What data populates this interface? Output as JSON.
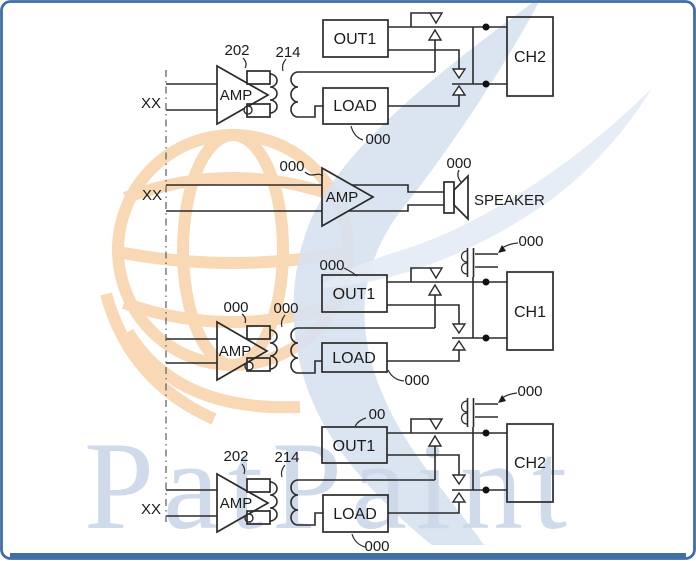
{
  "watermark": {
    "brand": "PatPaint"
  },
  "figure": {
    "section1": {
      "input_label": "XX",
      "amp_label": "AMP",
      "amp_ref": "202",
      "transformer_ref": "214",
      "out1_label": "OUT1",
      "load_label": "LOAD",
      "load_ref": "000",
      "channel_label": "CH2"
    },
    "section2": {
      "input_label": "XX",
      "amp_label": "AMP",
      "amp_ref": "000",
      "speaker_ref": "000",
      "speaker_label": "SPEAKER"
    },
    "section3": {
      "amp_label": "AMP",
      "amp_ref": "000",
      "transformer_ref": "000",
      "out1_label": "OUT1",
      "out1_ref": "000",
      "load_label": "LOAD",
      "load_ref": "000",
      "channel_label": "CH1",
      "connector_ref": "000"
    },
    "section4": {
      "input_label": "XX",
      "amp_label": "AMP",
      "amp_ref": "202",
      "transformer_ref": "214",
      "out1_label": "OUT1",
      "out1_ref": "00",
      "load_label": "LOAD",
      "load_ref": "000",
      "channel_label": "CH2",
      "connector_ref": "000"
    }
  },
  "colors": {
    "frame_border": "#3f6fa5",
    "watermark_orange": "#f7cfa3",
    "watermark_blue": "#d7e1ef",
    "watermark_text": "#ccd8e9",
    "line": "#2b2b2b"
  }
}
